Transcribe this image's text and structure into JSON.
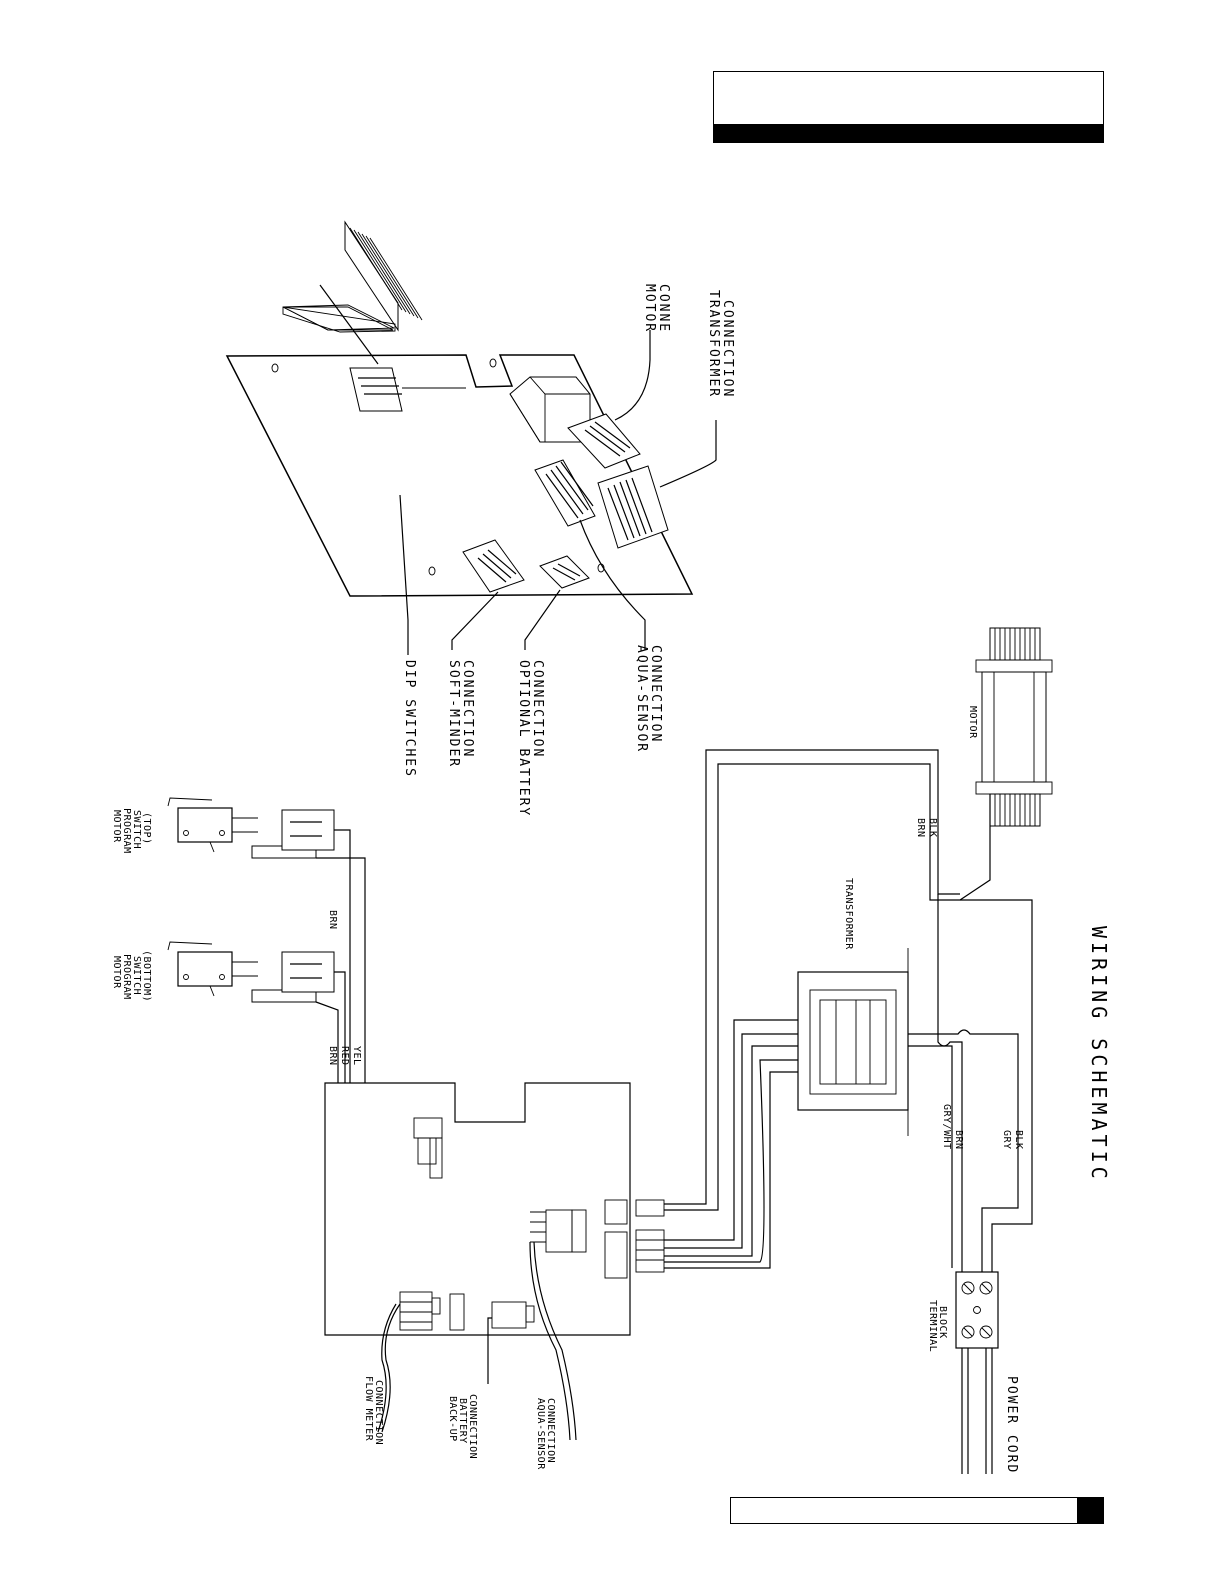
{
  "board_labels": {
    "motor_connection_l1": "MOTOR",
    "motor_connection_l2": "CONNE",
    "transformer_connection_l1": "TRANSFORMER",
    "transformer_connection_l2": "CONNECTION",
    "dip_switches": "DIP SWITCHES",
    "soft_minder_l1": "SOFT-MINDER",
    "soft_minder_l2": "CONNECTION",
    "optional_battery_l1": "OPTIONAL BATTERY",
    "optional_battery_l2": "CONNECTION",
    "aqua_sensor_l1": "AQUA-SENSOR",
    "aqua_sensor_l2": "CONNECTION"
  },
  "components": {
    "motor": "MOTOR",
    "transformer": "TRANSFORMER",
    "terminal_block_l1": "TERMINAL",
    "terminal_block_l2": "BLOCK",
    "power_cord": "POWER CORD",
    "switch_top": [
      "MOTOR",
      "PROGRAM",
      "SWITCH",
      "(TOP)"
    ],
    "switch_bottom": [
      "MOTOR",
      "PROGRAM",
      "SWITCH",
      "(BOTTOM)"
    ],
    "flow_meter": [
      "FLOW METER",
      "CONNECTION"
    ],
    "backup_battery": [
      "BACK-UP",
      "BATTERY",
      "CONNECTION"
    ],
    "aqua_sensor": [
      "AQUA-SENSOR",
      "CONNECTION"
    ]
  },
  "wire_labels": {
    "brn_switch": "BRN",
    "brn": "BRN",
    "red": "RED",
    "yel": "YEL",
    "motor_brn": "BRN",
    "motor_blk": "BLK",
    "gry_wht": "GRY/WHT",
    "tb_brn": "BRN",
    "gry": "GRY",
    "blk": "BLK"
  },
  "title": "WIRING SCHEMATIC"
}
